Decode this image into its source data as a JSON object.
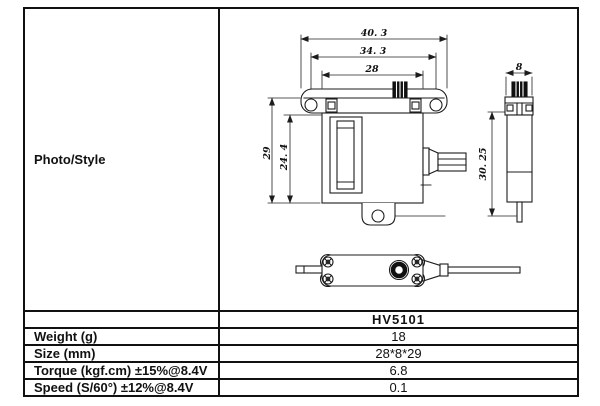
{
  "table": {
    "photo_style_label": "Photo/Style",
    "model": "HV5101",
    "rows": [
      {
        "label": "Weight (g)",
        "value": "18"
      },
      {
        "label": "Size (mm)",
        "value": "28*8*29"
      },
      {
        "label": "Torque (kgf.cm) ±15%@8.4V",
        "value": "6.8"
      },
      {
        "label": "Speed (S/60°) ±12%@8.4V",
        "value": "0.1"
      }
    ]
  },
  "drawing": {
    "dimensions": {
      "overall_width": "40. 3",
      "hole_span": "34. 3",
      "body_width": "28",
      "overall_height": "29",
      "body_height": "24. 4",
      "side_width": "8",
      "side_height": "30. 25"
    }
  },
  "colors": {
    "line": "#1c1c1c",
    "border": "#111111",
    "background": "#ffffff"
  }
}
